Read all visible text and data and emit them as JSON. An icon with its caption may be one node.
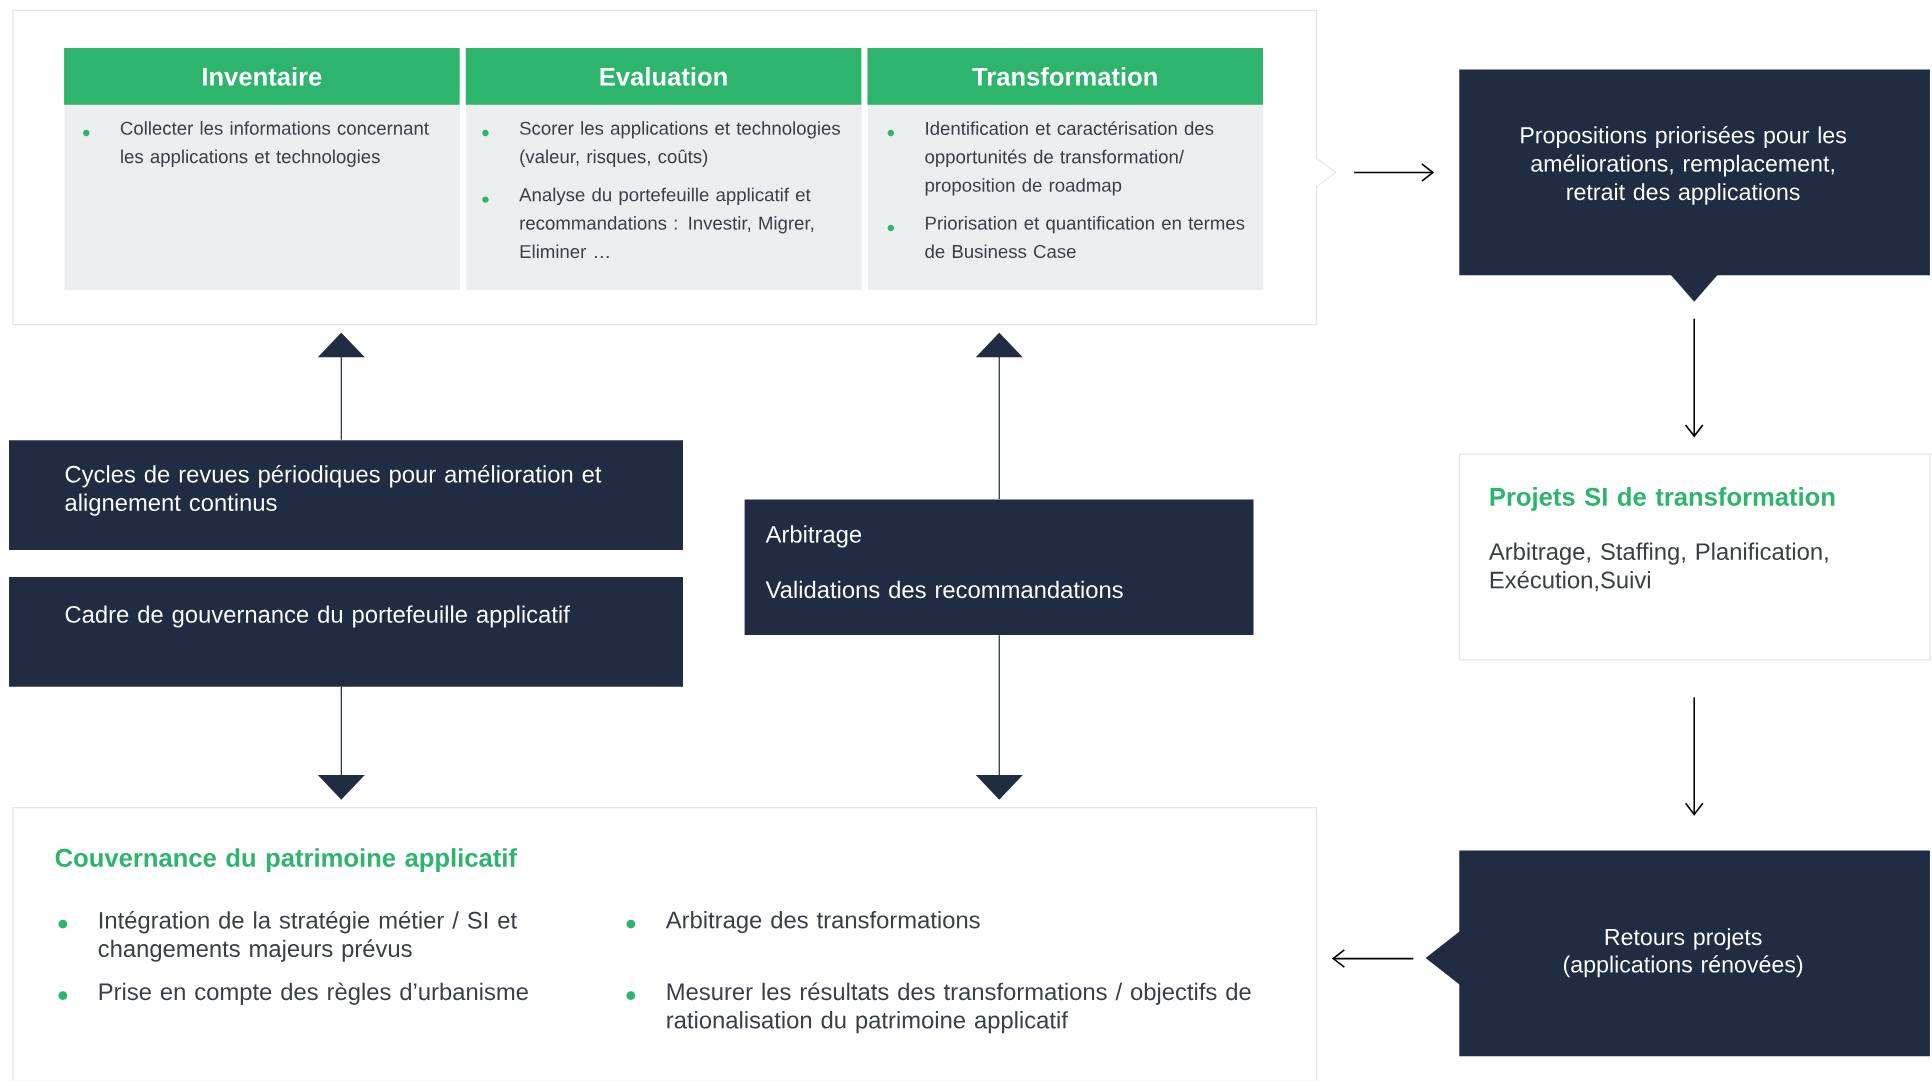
{
  "diagram": {
    "nodes": [
      {
        "text": [],
        "shape": "box"
      },
      {
        "text": [
          "Inventaire",
          "Collecter les informations concernant les applications et technologies"
        ],
        "in": 0
      },
      {
        "text": [
          "Evaluation",
          "Scorer les applications et technologies (valeur, risques, coûts)",
          "Analyse du portefeuille applicatif et recommandations : Investir, Migrer, Eliminer …"
        ],
        "in": 0
      },
      {
        "text": [
          "Transformation",
          "Identification et caractérisation des opportunités de transformation/ proposition de roadmap",
          "Priorisation et quantification en termes de Business Case"
        ],
        "in": 0
      },
      {
        "text": [
          "Propositions priorisées pour les améliorations, remplacement, retrait des applications"
        ]
      },
      {
        "text": [
          "Cycles de revues périodiques pour amélioration et alignement continus"
        ]
      },
      {
        "text": [
          "Cadre de gouvernance du portefeuille applicatif"
        ]
      },
      {
        "text": [
          "Arbitrage",
          "Validations des recommandations"
        ]
      },
      {
        "text": [
          "Projets SI de transformation",
          "Arbitrage, Staffing, Planification, Exécution,Suivi"
        ]
      },
      {
        "text": [
          "Couvernance du patrimoine applicatif",
          "Intégration de la stratégie métier / SI et changements majeurs prévus",
          "Prise en compte des règles d’urbanisme",
          "Arbitrage des transformations",
          "Mesurer les résultats des transformations / objectifs de rationalisation du patrimoine applicatif"
        ]
      },
      {
        "text": [
          "Retours projets",
          "(applications rénovées)"
        ]
      }
    ],
    "edges": [
      {
        "from": 0,
        "to": 4,
        "arrow": "to"
      },
      {
        "from": 4,
        "to": 8,
        "arrow": "to"
      },
      {
        "from": 8,
        "to": 10,
        "arrow": "to"
      },
      {
        "from": 10,
        "to": 9,
        "arrow": "to"
      },
      {
        "from": 5,
        "to": 0,
        "arrow": "to"
      },
      {
        "from": 6,
        "to": 9,
        "arrow": "to"
      },
      {
        "from": 7,
        "to": 0,
        "arrow": "to"
      },
      {
        "from": 7,
        "to": 9,
        "arrow": "to"
      }
    ]
  }
}
